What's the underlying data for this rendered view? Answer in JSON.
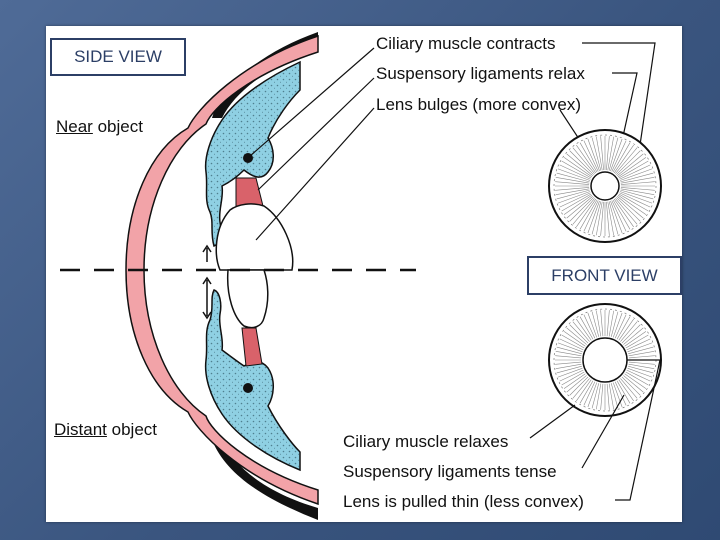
{
  "views": {
    "side": "SIDE VIEW",
    "front": "FRONT VIEW"
  },
  "objects": {
    "near": {
      "underlined": "Near",
      "rest": " object"
    },
    "distant": {
      "underlined": "Distant",
      "rest": " object"
    }
  },
  "near_labels": [
    "Ciliary muscle contracts",
    "Suspensory ligaments relax",
    "Lens bulges (more convex)"
  ],
  "distant_labels": [
    "Ciliary muscle relaxes",
    "Suspensory ligaments tense",
    "Lens is pulled thin (less convex)"
  ],
  "colors": {
    "background": "#3f5a85",
    "cornea": "#f2a3a8",
    "ciliary_muscle": "#8fd0e3",
    "ligament": "#d9626a",
    "outline": "#111111",
    "box_border": "#2c3f66"
  }
}
